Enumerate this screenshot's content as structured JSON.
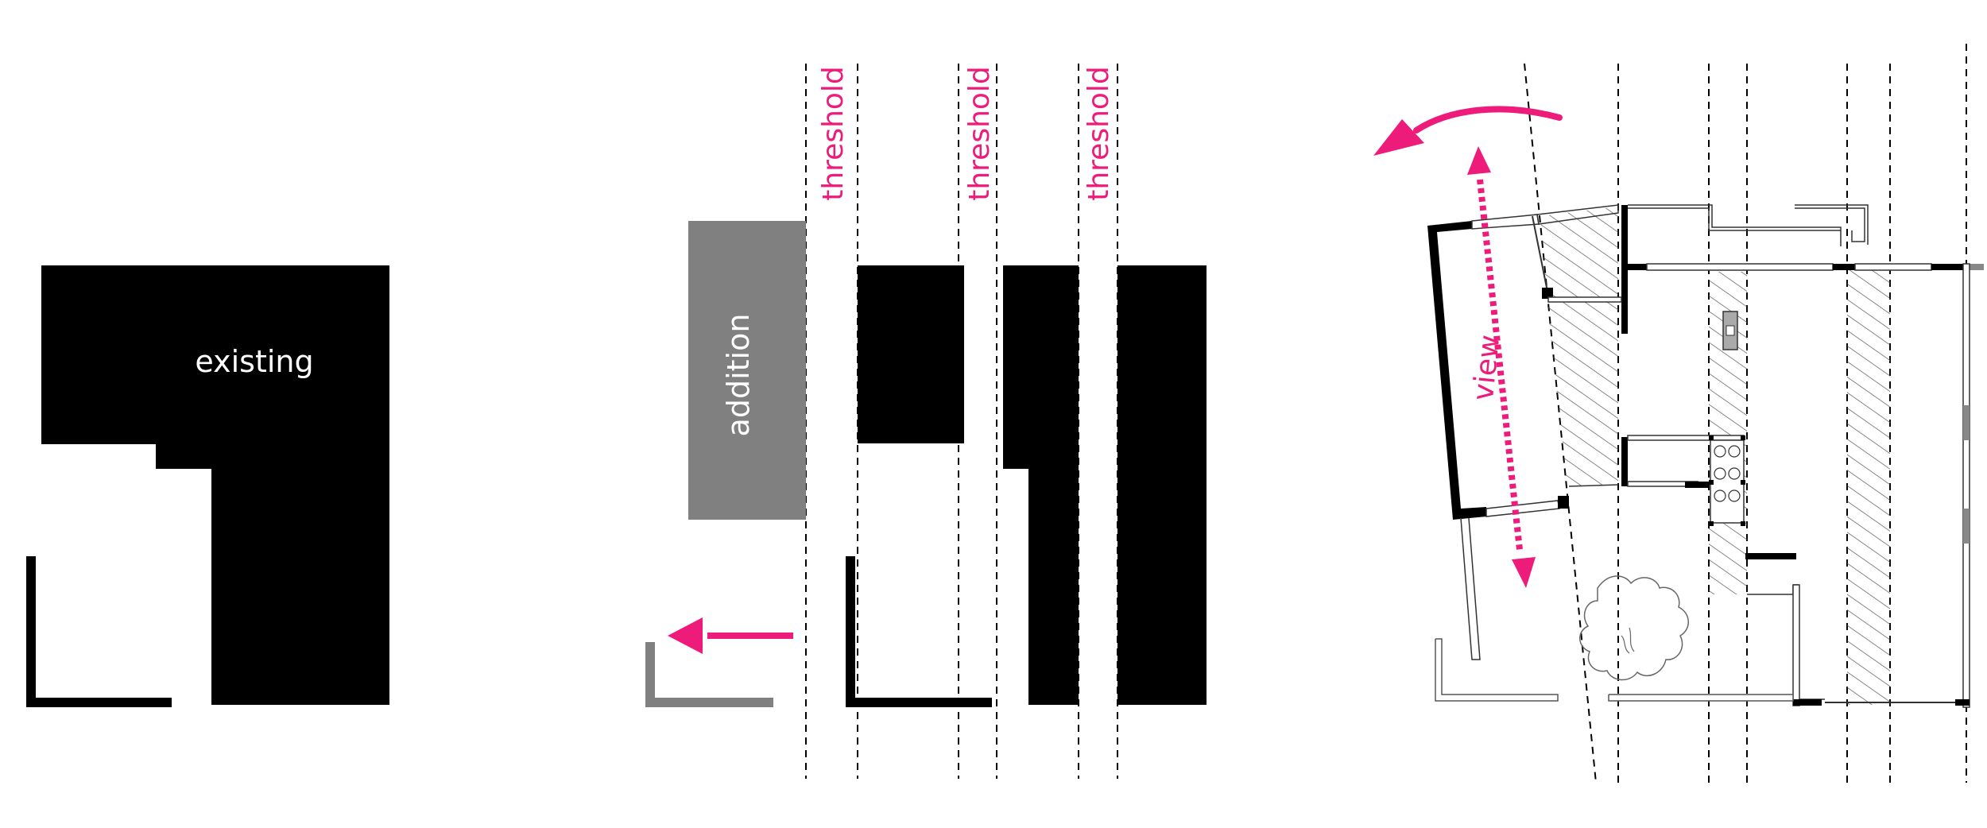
{
  "labels": {
    "existing": "existing",
    "addition": "addition",
    "threshold_1": "threshold",
    "threshold_2": "threshold",
    "threshold_3": "threshold",
    "view": "view"
  },
  "colors": {
    "mass": "#000000",
    "addition": "#808080",
    "accent": "#ed1c7a",
    "plan_line": "#444444",
    "white": "#ffffff"
  }
}
